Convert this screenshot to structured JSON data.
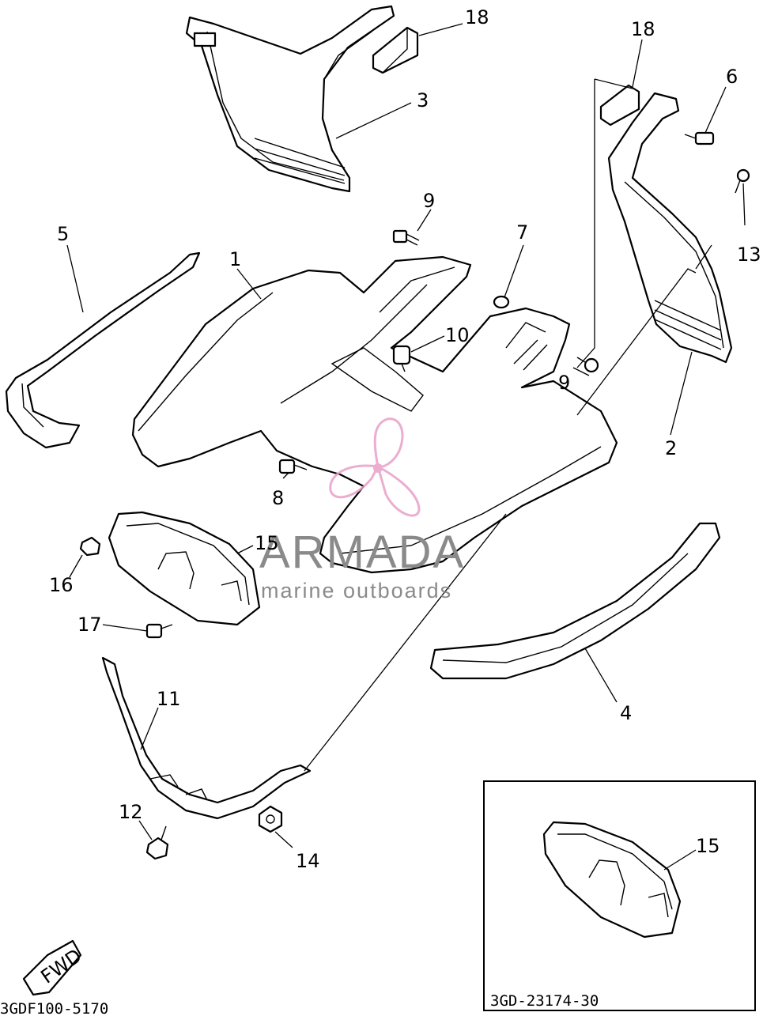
{
  "diagram": {
    "part_numbers": {
      "p1": "1",
      "p2": "2",
      "p3": "3",
      "p4": "4",
      "p5": "5",
      "p6": "6",
      "p7": "7",
      "p8": "8",
      "p9a": "9",
      "p9b": "9",
      "p10": "10",
      "p11": "11",
      "p12": "12",
      "p13": "13",
      "p14": "14",
      "p15a": "15",
      "p15b": "15",
      "p16": "16",
      "p17": "17",
      "p18a": "18",
      "p18b": "18"
    },
    "fwd_label": "FWD",
    "footer_code_left": "3GDF100-5170",
    "inset_code": "3GD-23174-30"
  },
  "watermark": {
    "brand": "ARMADA",
    "tagline": "marine outboards",
    "logo_color": "#e8a0c8",
    "text_color": "#8a8a8a"
  }
}
